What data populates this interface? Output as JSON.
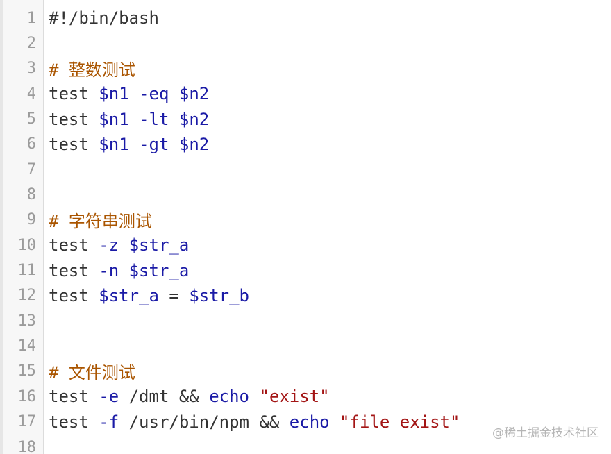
{
  "editor": {
    "lines": [
      {
        "num": "1",
        "tokens": [
          {
            "t": "#!/bin/bash",
            "c": "plain"
          }
        ]
      },
      {
        "num": "2",
        "tokens": []
      },
      {
        "num": "3",
        "tokens": [
          {
            "t": "# 整数测试",
            "c": "comment"
          }
        ]
      },
      {
        "num": "4",
        "tokens": [
          {
            "t": "test ",
            "c": "plain"
          },
          {
            "t": "$n1",
            "c": "var"
          },
          {
            "t": " ",
            "c": "plain"
          },
          {
            "t": "-eq",
            "c": "flag"
          },
          {
            "t": " ",
            "c": "plain"
          },
          {
            "t": "$n2",
            "c": "var"
          }
        ]
      },
      {
        "num": "5",
        "tokens": [
          {
            "t": "test ",
            "c": "plain"
          },
          {
            "t": "$n1",
            "c": "var"
          },
          {
            "t": " ",
            "c": "plain"
          },
          {
            "t": "-lt",
            "c": "flag"
          },
          {
            "t": " ",
            "c": "plain"
          },
          {
            "t": "$n2",
            "c": "var"
          }
        ]
      },
      {
        "num": "6",
        "tokens": [
          {
            "t": "test ",
            "c": "plain"
          },
          {
            "t": "$n1",
            "c": "var"
          },
          {
            "t": " ",
            "c": "plain"
          },
          {
            "t": "-gt",
            "c": "flag"
          },
          {
            "t": " ",
            "c": "plain"
          },
          {
            "t": "$n2",
            "c": "var"
          }
        ]
      },
      {
        "num": "7",
        "tokens": []
      },
      {
        "num": "8",
        "tokens": []
      },
      {
        "num": "9",
        "tokens": [
          {
            "t": "# 字符串测试",
            "c": "comment"
          }
        ]
      },
      {
        "num": "10",
        "tokens": [
          {
            "t": "test ",
            "c": "plain"
          },
          {
            "t": "-z",
            "c": "flag"
          },
          {
            "t": " ",
            "c": "plain"
          },
          {
            "t": "$str_a",
            "c": "var"
          }
        ]
      },
      {
        "num": "11",
        "tokens": [
          {
            "t": "test ",
            "c": "plain"
          },
          {
            "t": "-n",
            "c": "flag"
          },
          {
            "t": " ",
            "c": "plain"
          },
          {
            "t": "$str_a",
            "c": "var"
          }
        ]
      },
      {
        "num": "12",
        "tokens": [
          {
            "t": "test ",
            "c": "plain"
          },
          {
            "t": "$str_a",
            "c": "var"
          },
          {
            "t": " = ",
            "c": "plain"
          },
          {
            "t": "$str_b",
            "c": "var"
          }
        ]
      },
      {
        "num": "13",
        "tokens": []
      },
      {
        "num": "14",
        "tokens": []
      },
      {
        "num": "15",
        "tokens": [
          {
            "t": "# 文件测试",
            "c": "comment"
          }
        ]
      },
      {
        "num": "16",
        "tokens": [
          {
            "t": "test ",
            "c": "plain"
          },
          {
            "t": "-e",
            "c": "flag"
          },
          {
            "t": " /dmt && ",
            "c": "plain"
          },
          {
            "t": "echo",
            "c": "kw"
          },
          {
            "t": " ",
            "c": "plain"
          },
          {
            "t": "\"exist\"",
            "c": "str"
          }
        ]
      },
      {
        "num": "17",
        "tokens": [
          {
            "t": "test ",
            "c": "plain"
          },
          {
            "t": "-f",
            "c": "flag"
          },
          {
            "t": " /usr/bin/npm && ",
            "c": "plain"
          },
          {
            "t": "echo",
            "c": "kw"
          },
          {
            "t": " ",
            "c": "plain"
          },
          {
            "t": "\"file exist\"",
            "c": "str"
          }
        ]
      },
      {
        "num": "18",
        "tokens": []
      }
    ]
  },
  "watermark": "@稀土掘金技术社区"
}
